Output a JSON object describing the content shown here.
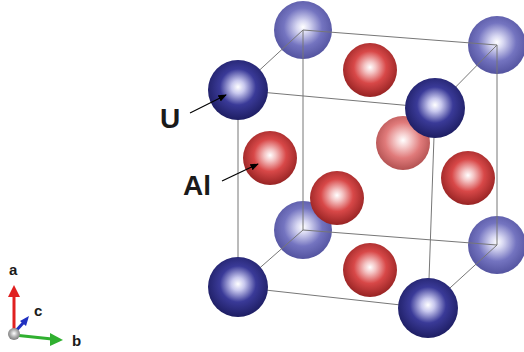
{
  "diagram": {
    "labels": [
      "U",
      "Al",
      "a",
      "c",
      "b"
    ]
  }
}
